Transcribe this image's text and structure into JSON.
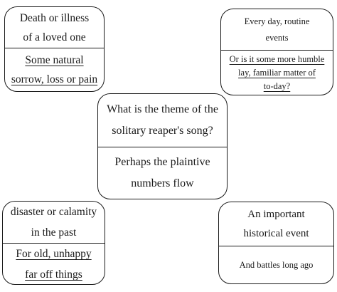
{
  "boxes": {
    "top_left": {
      "top_lines": [
        "Death or illness",
        "of a loved one"
      ],
      "bottom_lines": [
        "Some natural",
        "sorrow, loss or pain"
      ]
    },
    "top_right": {
      "top_lines": [
        "Every day, routine",
        "events"
      ],
      "bottom_lines": [
        "Or is it some more humble",
        "lay, familiar matter of",
        "to-day?"
      ]
    },
    "center": {
      "top_lines": [
        "What is the theme of the",
        "solitary reaper's song?"
      ],
      "bottom_lines": [
        "Perhaps the plaintive",
        "numbers flow"
      ]
    },
    "bottom_left": {
      "top_lines": [
        "disaster or calamity",
        "in the past"
      ],
      "bottom_lines": [
        "For old, unhappy",
        "far off things"
      ]
    },
    "bottom_right": {
      "top_lines": [
        "An important",
        "historical event"
      ],
      "bottom_lines": [
        "And battles long ago"
      ]
    }
  }
}
